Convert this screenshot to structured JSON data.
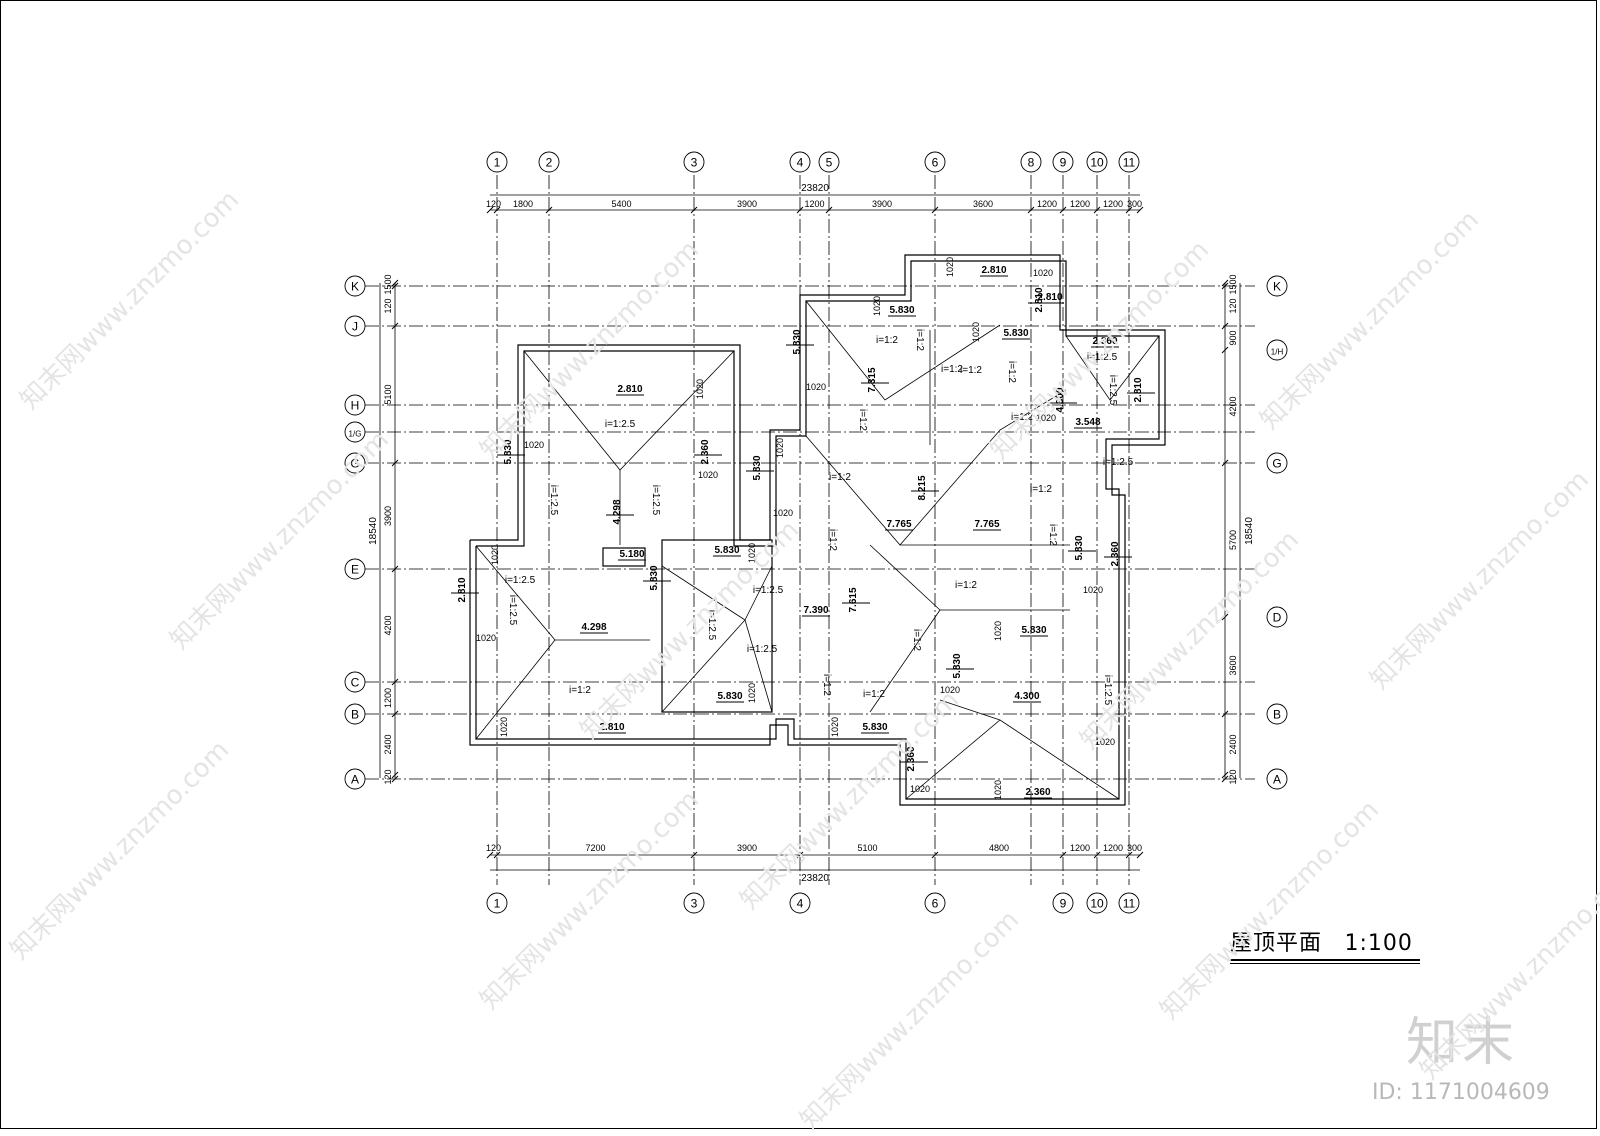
{
  "title": "屋顶平面",
  "scale": "1:100",
  "logo_text": "知末",
  "id_text": "ID: 1171004609",
  "watermark": "知末网www.znzmo.com",
  "top_axes": [
    "1",
    "2",
    "3",
    "4",
    "5",
    "6",
    "8",
    "9",
    "10",
    "11"
  ],
  "bottom_axes": [
    "1",
    "3",
    "4",
    "6",
    "9",
    "10",
    "11"
  ],
  "left_axes": [
    "K",
    "J",
    "H",
    "1/G",
    "G",
    "E",
    "C",
    "B",
    "A"
  ],
  "right_axes": [
    "K",
    "1/H",
    "G",
    "D",
    "B",
    "A"
  ],
  "top_total": "23820",
  "top_dims": [
    "120",
    "1800",
    "5400",
    "3900",
    "1200",
    "3900",
    "3600",
    "1200",
    "1200",
    "1200",
    "300"
  ],
  "bottom_total": "23820",
  "bottom_dims": [
    "120",
    "7200",
    "3900",
    "5100",
    "4800",
    "1200",
    "1200",
    "300"
  ],
  "left_total": "18540",
  "left_dims": [
    "1500",
    "120",
    "5100",
    "3900",
    "4200",
    "1200",
    "2400",
    "120"
  ],
  "right_total": "18540",
  "right_dims": [
    "1500",
    "120",
    "900",
    "4200",
    "5700",
    "3600",
    "2400",
    "120"
  ],
  "elevations": [
    "2.810",
    "5.830",
    "2.810",
    "5.830",
    "2.360",
    "2.810",
    "5.830",
    "2.360",
    "2.810",
    "4.298",
    "5.180",
    "5.830",
    "5.830",
    "4.298",
    "2.810",
    "5.830",
    "7.390",
    "7.615",
    "5.830",
    "7.315",
    "8.215",
    "7.765",
    "7.765",
    "5.830",
    "2.360",
    "4.300",
    "3.548",
    "5.830",
    "5.830",
    "2.810",
    "5.830",
    "4.300",
    "2.360",
    "2.360",
    "2.810",
    "5.830"
  ],
  "slopes": [
    "i=1:2",
    "i=1:2",
    "i=1:2.5",
    "i=1:2.5",
    "i=1:2.5",
    "i=1:2.5",
    "i=1:2",
    "i=1:2",
    "i=1:2.5",
    "i=1:2.5",
    "i=1:2.5",
    "i=1:2",
    "i=1:2",
    "i=1:2",
    "i=1:2",
    "i=1:2",
    "i=1:2",
    "i=1:2",
    "i=1:2",
    "i=1:2",
    "i=1:2",
    "i=1:2.5",
    "i=1:2.5",
    "i=1:2.5",
    "i=1:2",
    "i=1:2.5",
    "i=1:2.5",
    "i=1:2"
  ],
  "overhang": "1020"
}
